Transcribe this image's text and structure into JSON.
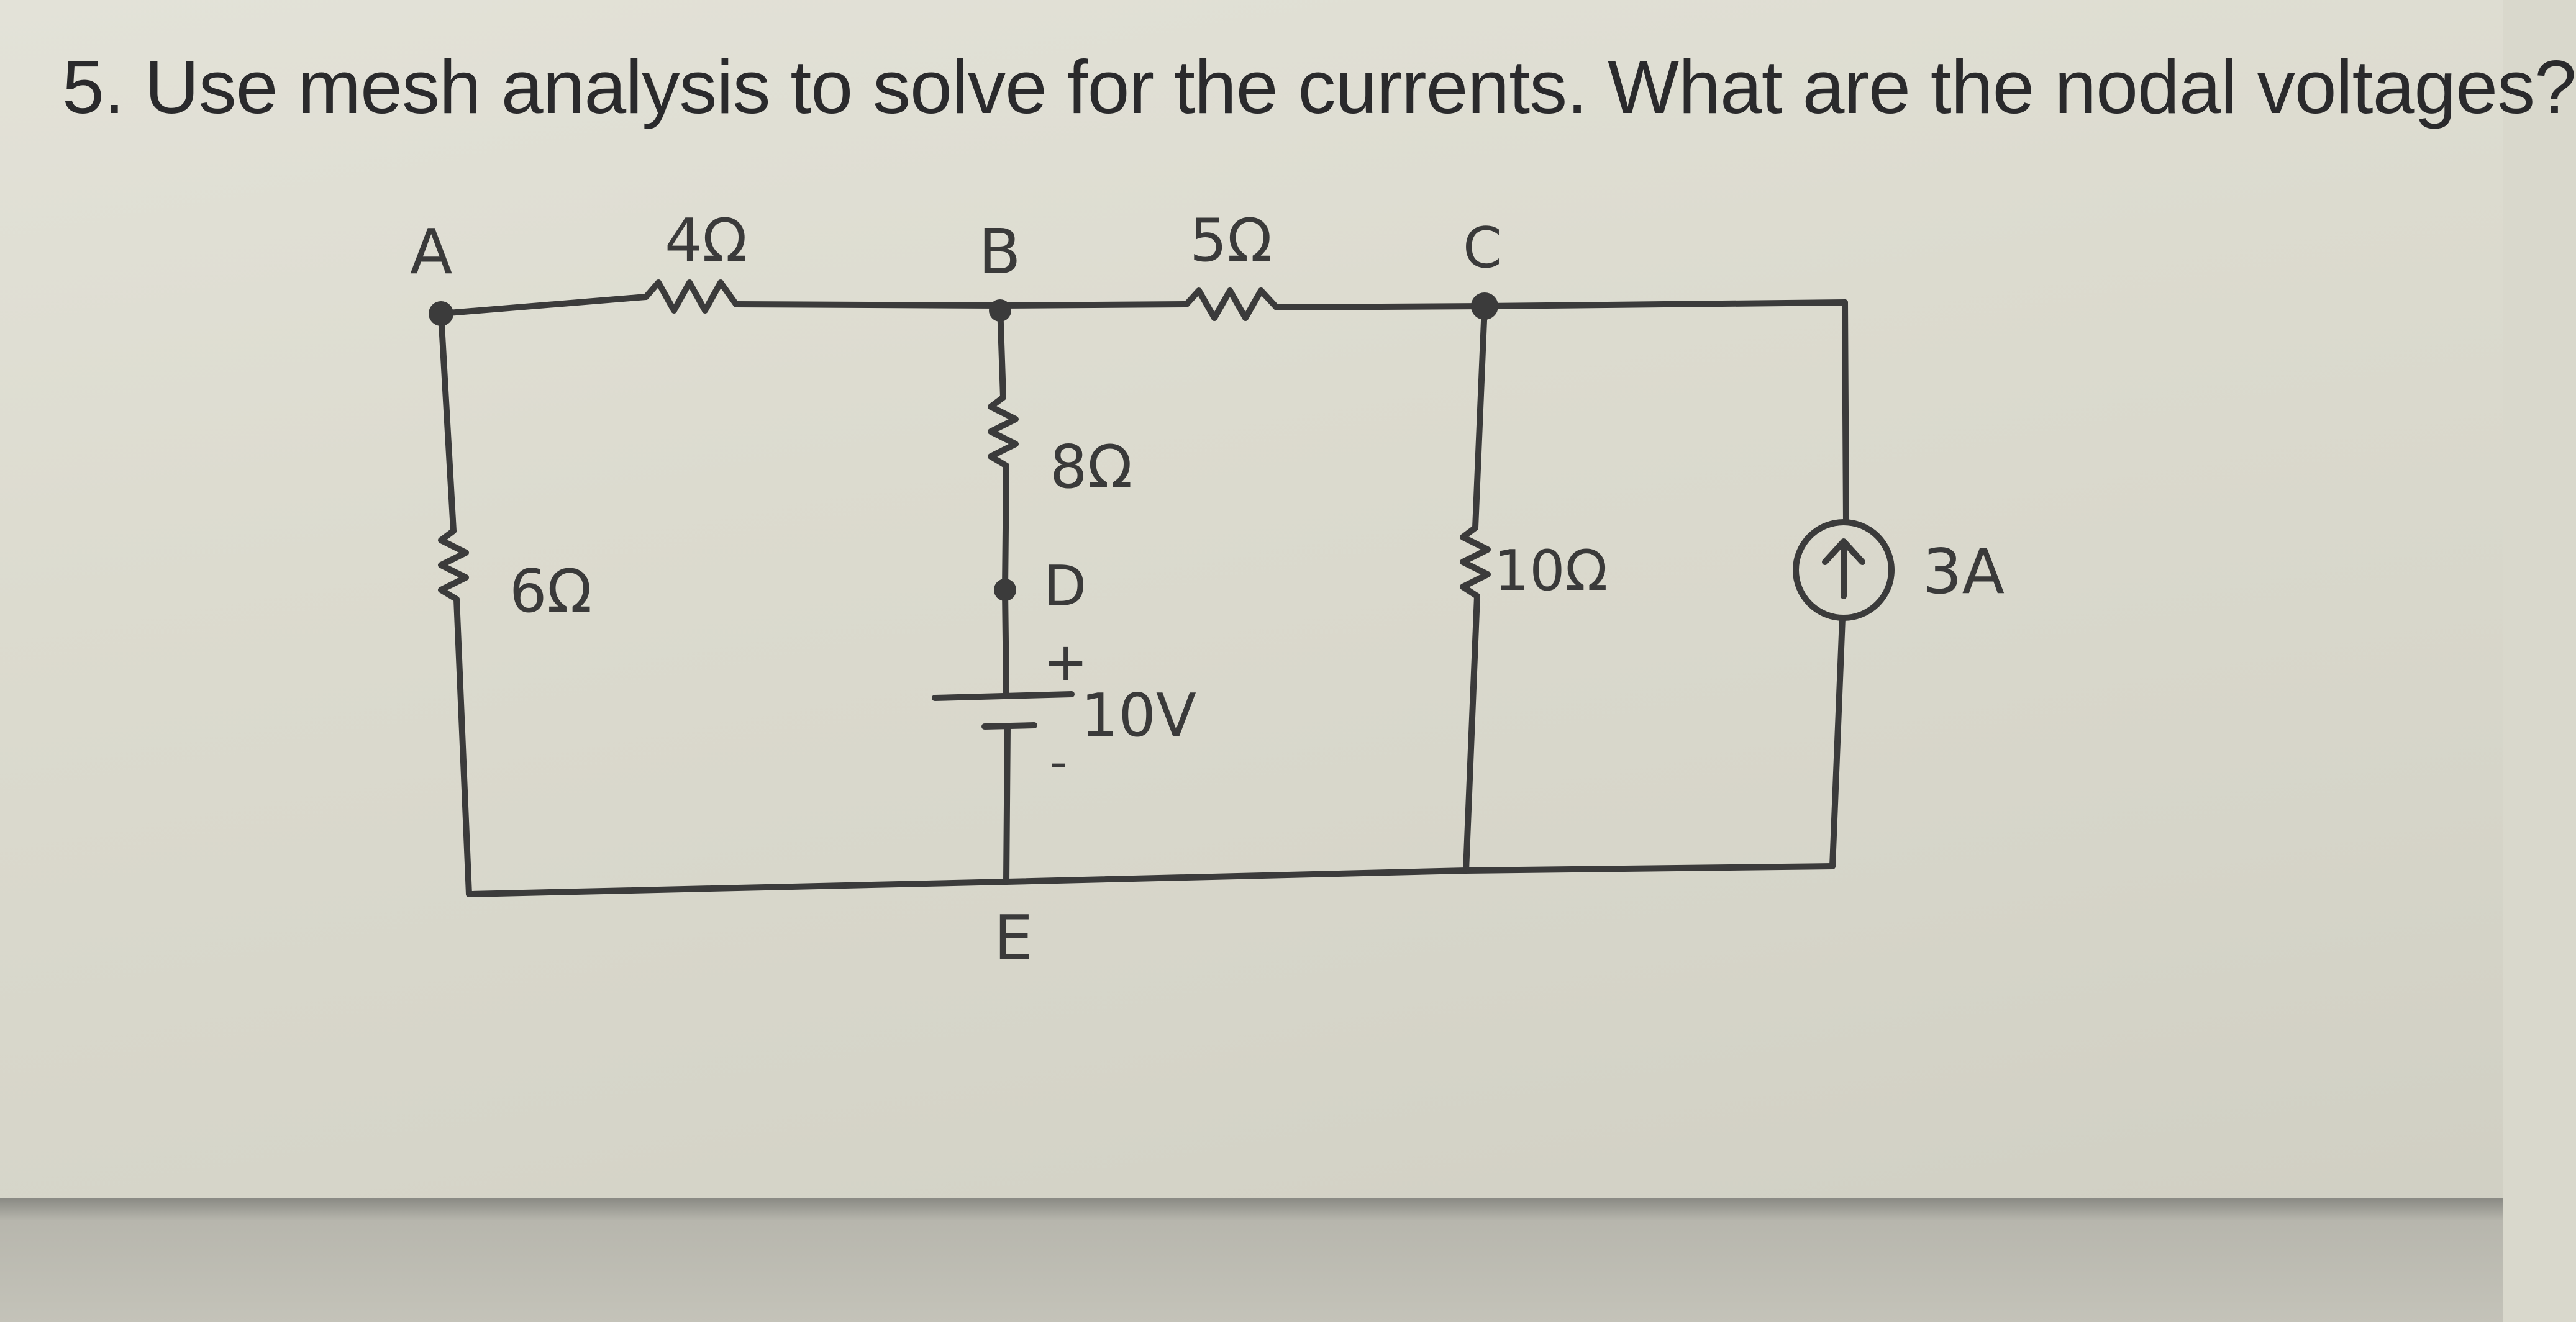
{
  "question": "5. Use mesh analysis to solve for the currents. What are the nodal voltages?",
  "nodes": {
    "a": "A",
    "b": "B",
    "c": "C",
    "d": "D",
    "e": "E"
  },
  "components": {
    "r_ab": "4Ω",
    "r_bc": "5Ω",
    "r_bd": "8Ω",
    "r_ae": "6Ω",
    "r_ce": "10Ω",
    "v_de": "10V",
    "v_plus": "+",
    "v_minus": "-",
    "i_source": "3A"
  },
  "colors": {
    "paper": "#dcdbcf",
    "ink": "#3b3b3b",
    "print": "#2a2a2c"
  }
}
